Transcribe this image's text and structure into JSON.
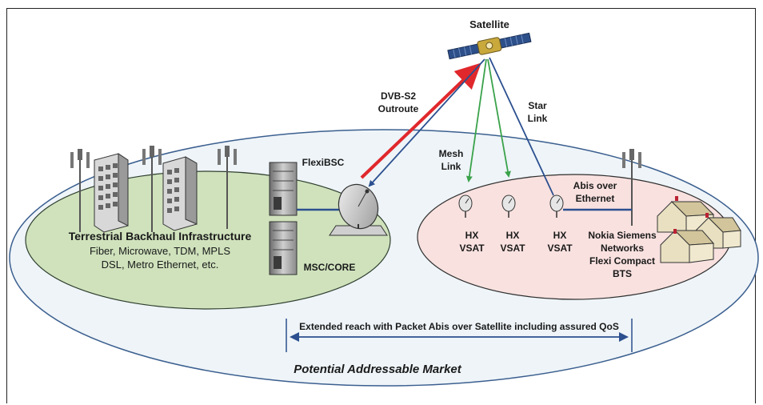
{
  "labels": {
    "satellite": "Satellite",
    "dvb_s2_line1": "DVB-S2",
    "dvb_s2_line2": "Outroute",
    "star_link_line1": "Star",
    "star_link_line2": "Link",
    "mesh_link_line1": "Mesh",
    "mesh_link_line2": "Link",
    "flexibsc": "FlexiBSC",
    "msc_core": "MSC/CORE",
    "abis_line1": "Abis over",
    "abis_line2": "Ethernet",
    "backhaul_title": "Terrestrial Backhaul Infrastructure",
    "backhaul_line1": "Fiber, Microwave, TDM, MPLS",
    "backhaul_line2": "DSL, Metro Ethernet, etc.",
    "hx_vsat_1_top": "HX",
    "hx_vsat_1_bottom": "VSAT",
    "hx_vsat_2_top": "HX",
    "hx_vsat_2_bottom": "VSAT",
    "hx_vsat_3_top": "HX",
    "hx_vsat_3_bottom": "VSAT",
    "bts_line1": "Nokia Siemens",
    "bts_line2": "Networks",
    "bts_line3": "Flexi Compact",
    "bts_line4": "BTS",
    "extended_reach": "Extended reach with Packet Abis over Satellite including assured QoS",
    "market": "Potential Addressable Market"
  },
  "colors": {
    "outer_ellipse": "#eef4f8",
    "green_ellipse": "#cfe2bc",
    "pink_ellipse": "#f8e1df",
    "dvb_arrow": "#e0282c",
    "star_arrow": "#2b4f8f",
    "mesh_arrow": "#3aa24a",
    "extended_arrow": "#2b4f8f"
  },
  "icons": [
    "satellite-icon",
    "cell-tower-icon",
    "server-rack-icon",
    "dish-antenna-icon",
    "vsat-dish-icon",
    "house-icon"
  ]
}
